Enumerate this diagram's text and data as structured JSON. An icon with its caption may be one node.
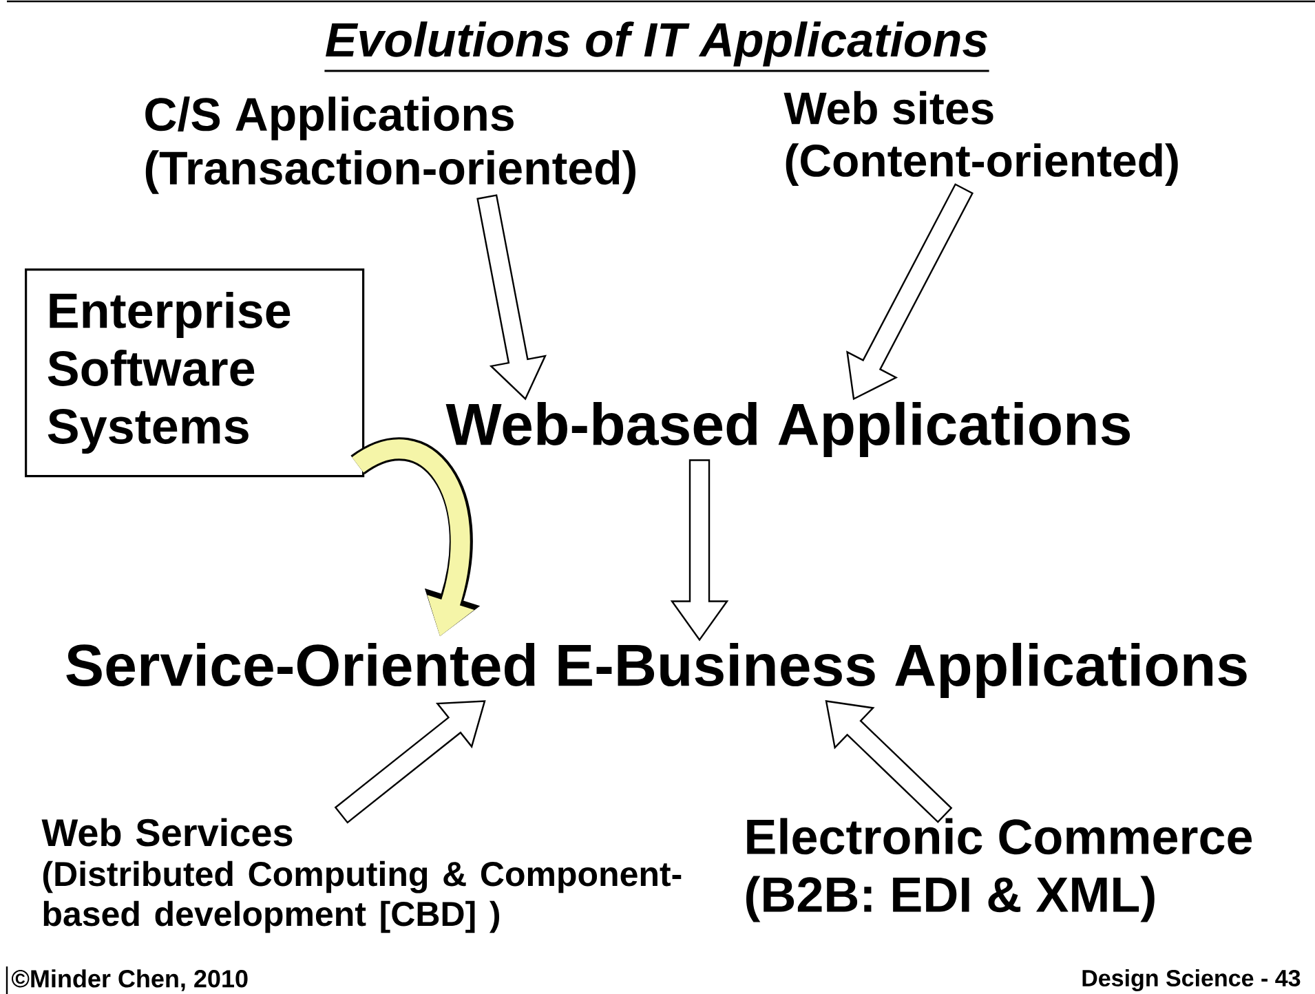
{
  "diagram": {
    "title": "Evolutions of IT Applications",
    "nodes": [
      {
        "text": [
          "C/S Applications",
          "(Transaction-oriented)"
        ]
      },
      {
        "text": [
          "Web sites",
          "(Content-oriented)"
        ]
      },
      {
        "text": [
          "Enterprise Software Systems"
        ]
      },
      {
        "text": [
          "Web-based Applications"
        ]
      },
      {
        "text": [
          "Service-Oriented E-Business Applications"
        ]
      },
      {
        "text": [
          "Web Services",
          "(Distributed Computing & Component-based development [CBD] )"
        ]
      },
      {
        "text": [
          "Electronic Commerce",
          "(B2B: EDI & XML)"
        ]
      }
    ],
    "edges": [
      {
        "from": 0,
        "to": 3,
        "arrow": "to"
      },
      {
        "from": 1,
        "to": 3,
        "arrow": "to"
      },
      {
        "from": 2,
        "to": 4,
        "arrow": "to",
        "color": "#f5f5a8"
      },
      {
        "from": 3,
        "to": 4,
        "arrow": "to"
      },
      {
        "from": 5,
        "to": 4,
        "arrow": "to"
      },
      {
        "from": 6,
        "to": 4,
        "arrow": "to"
      }
    ],
    "labels": [
      "©Minder Chen, 2010",
      "Design Science - 43"
    ]
  }
}
